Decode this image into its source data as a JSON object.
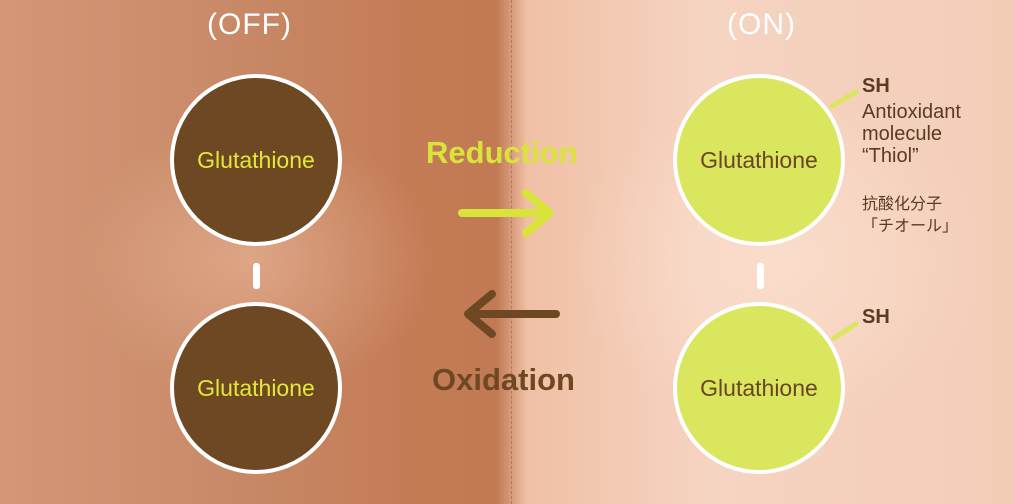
{
  "states": {
    "off_label": "(OFF)",
    "on_label": "(ON)"
  },
  "molecule": "Glutathione",
  "reactions": {
    "reduction": {
      "label": "Reduction",
      "color": "#d9e43a"
    },
    "oxidation": {
      "label": "Oxidation",
      "color": "#6e4822"
    }
  },
  "annotations": {
    "top_group": "SH",
    "bottom_group": "SH",
    "english_lines": [
      "Antioxidant",
      "molecule",
      "“Thiol”"
    ],
    "japanese_lines": [
      "抗酸化分子",
      "「チオール」"
    ]
  },
  "colors": {
    "off_fill": "#6e4822",
    "off_text": "#e2e83a",
    "on_fill": "#dbe65f",
    "on_text": "#6a4524"
  }
}
